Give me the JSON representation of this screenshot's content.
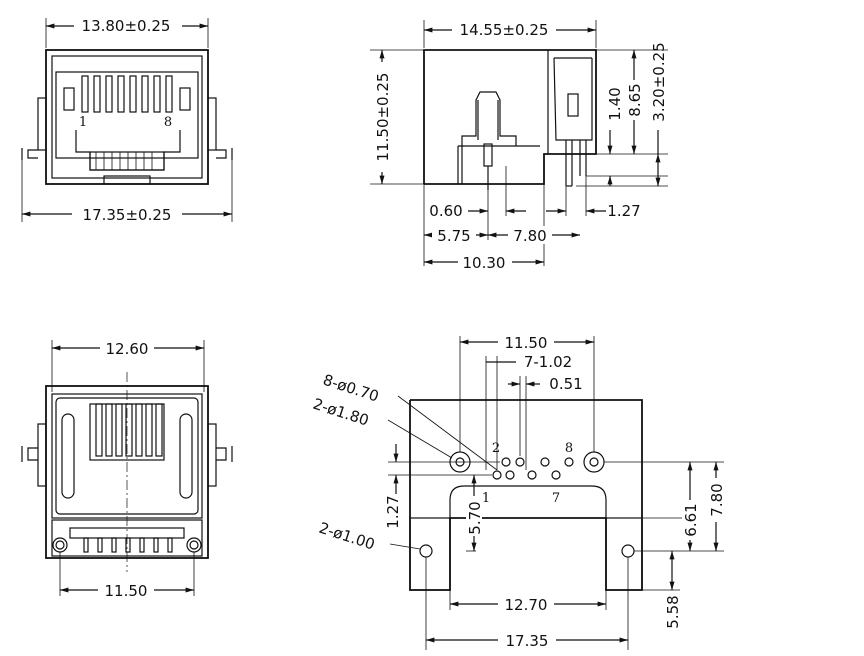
{
  "drawing": {
    "top_left_view": {
      "dim_top": "13.80±0.25",
      "dim_bottom": "17.35±0.25",
      "pin_first": "1",
      "pin_last": "8"
    },
    "top_right_view": {
      "dim_top": "14.55±0.25",
      "dim_height": "11.50±0.25",
      "dim_1": "1.40",
      "dim_2": "8.65",
      "dim_3": "3.20±0.25",
      "dim_a": "0.60",
      "dim_b": "1.27",
      "dim_c": "5.75",
      "dim_d": "7.80",
      "dim_e": "10.30"
    },
    "bottom_left_view": {
      "dim_top": "12.60",
      "dim_bottom": "11.50"
    },
    "bottom_right_view": {
      "dim_1": "11.50",
      "dim_2": "7-1.02",
      "dim_3": "0.51",
      "note_1": "8-ø0.70",
      "note_2": "2-ø1.80",
      "note_3": "2-ø1.00",
      "dim_4": "1.27",
      "dim_5": "5.70",
      "dim_6": "6.61",
      "dim_7": "7.80",
      "dim_8": "12.70",
      "dim_9": "5.58",
      "dim_10": "17.35",
      "pin_2": "2",
      "pin_8": "8",
      "pin_1": "1",
      "pin_7": "7"
    }
  }
}
